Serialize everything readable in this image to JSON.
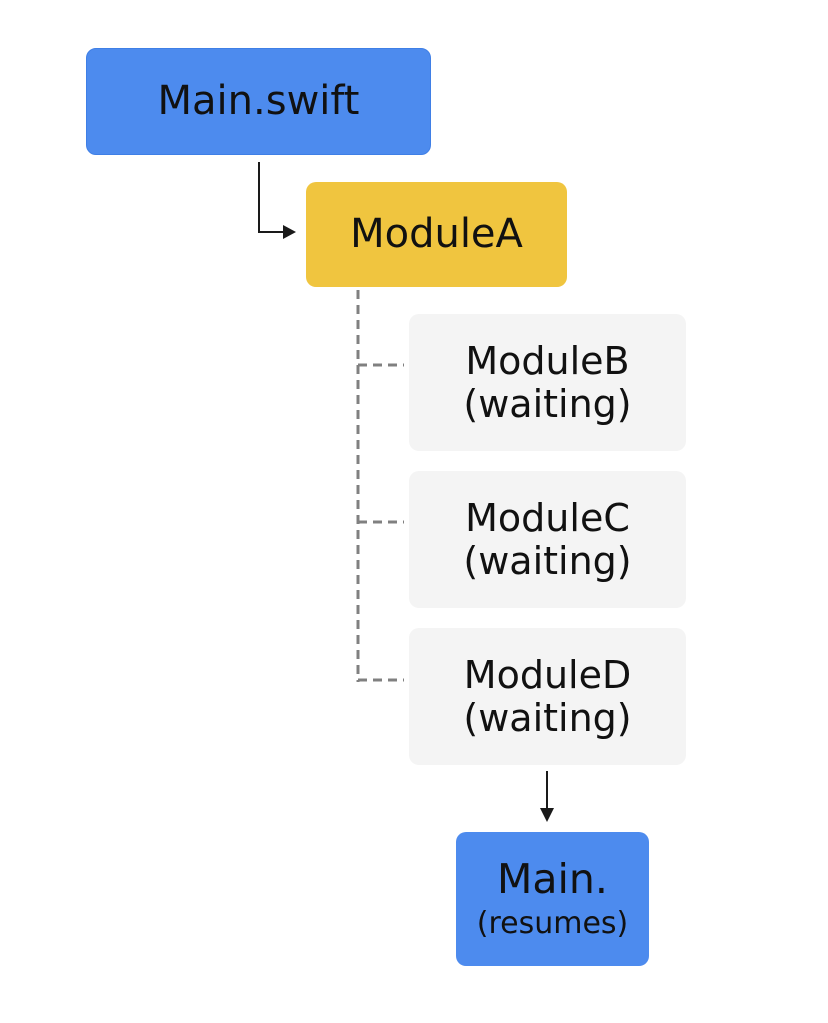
{
  "nodes": {
    "main_swift": {
      "label": "Main.swift"
    },
    "module_a": {
      "label": "ModuleA"
    },
    "module_b": {
      "label": "ModuleB",
      "status": "(waiting)"
    },
    "module_c": {
      "label": "ModuleC",
      "status": "(waiting)"
    },
    "module_d": {
      "label": "ModuleD",
      "status": "(waiting)"
    },
    "main_resumes": {
      "label": "Main.",
      "status": "(resumes)"
    }
  },
  "colors": {
    "main_node": "#4d8bee",
    "module_a_node": "#f0c53f",
    "waiting_node": "#f4f4f4",
    "connector_solid": "#1a1a1a",
    "connector_dashed": "#808080"
  }
}
